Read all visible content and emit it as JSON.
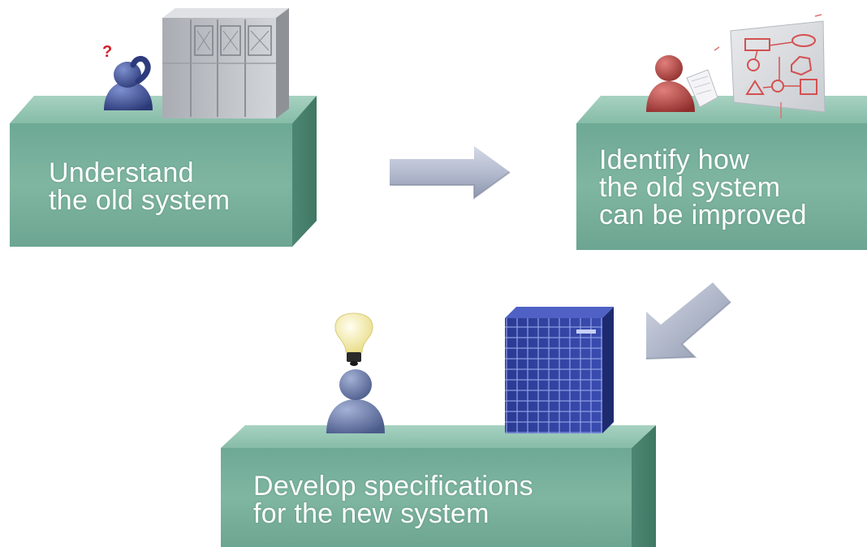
{
  "steps": {
    "step1": {
      "lines": [
        "Understand",
        "the old system"
      ]
    },
    "step2": {
      "lines": [
        "Identify how",
        "the old system",
        "can be improved"
      ]
    },
    "step3": {
      "lines": [
        "Develop specifications",
        "for the new system"
      ]
    }
  },
  "question_mark": "?",
  "colors": {
    "box_front": "#76ad9a",
    "box_top": "#8fc1ad",
    "box_side": "#4f8a77",
    "arrow": "#aab2c8",
    "person_blue": "#3d4f8c",
    "person_red": "#a83c3a",
    "person_slate": "#5f6f9c",
    "server_blue": "#2f3f9a",
    "cabinet_gray": "#b9bcc1",
    "bulb_yellow": "#f6efb2"
  }
}
